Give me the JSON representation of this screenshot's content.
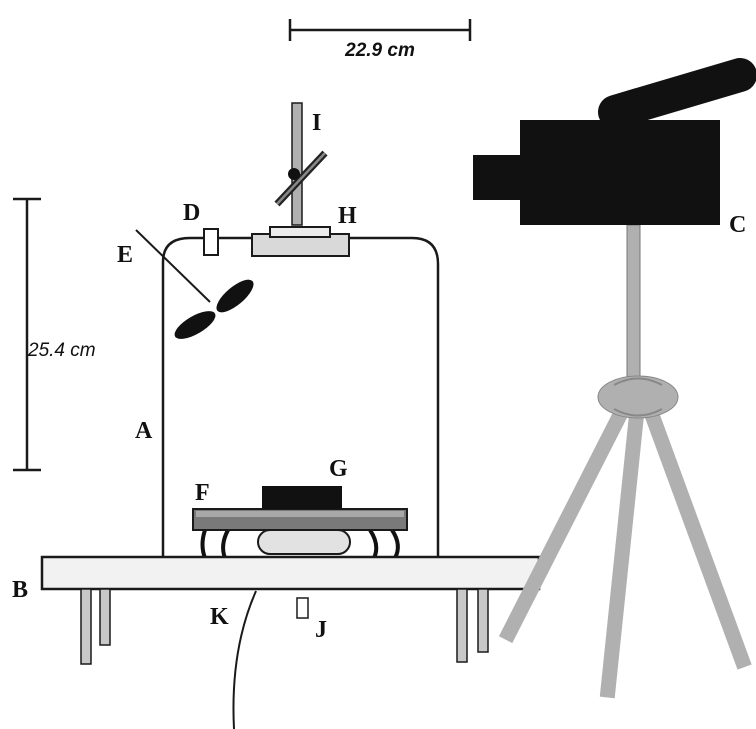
{
  "labels": {
    "A": "A",
    "B": "B",
    "C": "C",
    "D": "D",
    "E": "E",
    "F": "F",
    "G": "G",
    "H": "H",
    "I": "I",
    "J": "J",
    "K": "K"
  },
  "dimensions": {
    "width": "22.9 cm",
    "height": "25.4 cm"
  },
  "colors": {
    "outline": "#1a1a1a",
    "gray": "#b0b0b0",
    "dark_gray": "#7a7a7a",
    "black": "#111111",
    "board_fill": "#f2f2f2",
    "light_fill": "#e2e2e2"
  }
}
